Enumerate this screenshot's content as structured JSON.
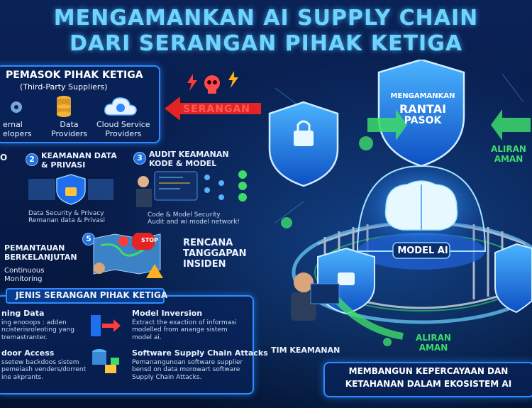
{
  "title": {
    "line1": "MENGAMANKAN AI SUPPLY CHAIN",
    "line2": "DARI SERANGAN PIHAK KETIGA"
  },
  "suppliers": {
    "heading": "PEMASOK PIHAK KETIGA",
    "subheading": "(Third-Party Suppliers)",
    "items": [
      "ernal\nelopers",
      "Data\nProviders",
      "Cloud Service\nProviders"
    ]
  },
  "attack_label": "SERANGAN",
  "steps": [
    {
      "num": "2",
      "title": "KEAMANAN DATA\n& PRIVASI",
      "caption": "Data Security & Privacy\nRemanan data & Privasi"
    },
    {
      "num": "3",
      "title": "AUDIT KEAMANAN\nKODE & MODEL",
      "caption": "Code & Model Security\nAudit and wi model network!"
    },
    {
      "num": "5",
      "title": "PEMANTAUAN\nBERKELANJUTAN",
      "caption": "Continuous\nMonitoring"
    },
    {
      "num": "",
      "title": "RENCANA\nTANGGAPAN\nINSIDEN",
      "caption": ""
    }
  ],
  "left_stub": "O",
  "stop_sign": "STOP",
  "attacks": {
    "heading": "JENIS SERANGAN PIHAK KETIGA",
    "items": [
      {
        "title": "ning Data",
        "desc": "ing enooops : adden\nncisterisroleoting yang\ntremastranter."
      },
      {
        "title": "Model Inversion",
        "desc": "Extract the exaction of informasi\nmodelled from anange sistem\nmodel ai."
      },
      {
        "title": "door Access",
        "desc": "ssetew backdoos sistem\npemeiash venders/dorrent\nine akprants."
      },
      {
        "title": "Software Supply Chain Attacks",
        "desc": "Pemanangunoan software supplier\nbensd on data morowart software\nSupply Chain Attacks."
      }
    ]
  },
  "main_shield": {
    "line1": "MENGAMANKAN",
    "line2": "RANTAI",
    "line3": "PASOK"
  },
  "model_label": "MODEL AI",
  "flow_labels": {
    "top": "ALIRAN\nAMAN",
    "bottom": "ALIRAN\nAMAN"
  },
  "team_label": "TIM KEAMANAN",
  "footer": {
    "line1": "MEMBANGUN KEPERCAYAAN DAN",
    "line2": "KETAHANAN DALAM EKOSISTEM AI"
  },
  "colors": {
    "accent": "#2e8bff",
    "title": "#6fd3ff",
    "attack": "#ff3b3b",
    "safe": "#3ddc6a",
    "background": "#06163a"
  }
}
